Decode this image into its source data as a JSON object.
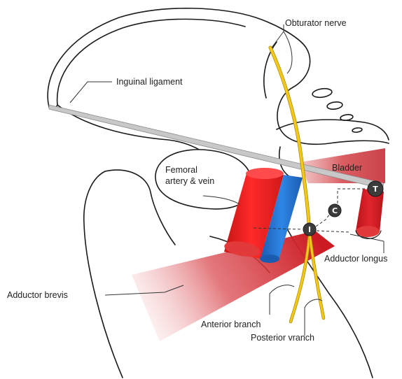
{
  "labels": {
    "obturator_nerve": "Obturator nerve",
    "inguinal_ligament": "Inguinal ligament",
    "femoral_line1": "Femoral",
    "femoral_line2": "artery & vein",
    "bladder": "Bladder",
    "adductor_longus": "Adductor longus",
    "adductor_brevis": "Adductor brevis",
    "anterior_branch": "Anterior branch",
    "posterior_branch": "Posterior vranch"
  },
  "markers": {
    "t": "T",
    "c": "C",
    "i": "I"
  },
  "colors": {
    "nerve": "#f2c81d",
    "artery": "#e01b1b",
    "vein": "#1f6fcf",
    "muscle": "#cc1a22",
    "bladder": "#d8555a",
    "ligament": "#c8c8c8",
    "marker": "#3c3c3c"
  }
}
